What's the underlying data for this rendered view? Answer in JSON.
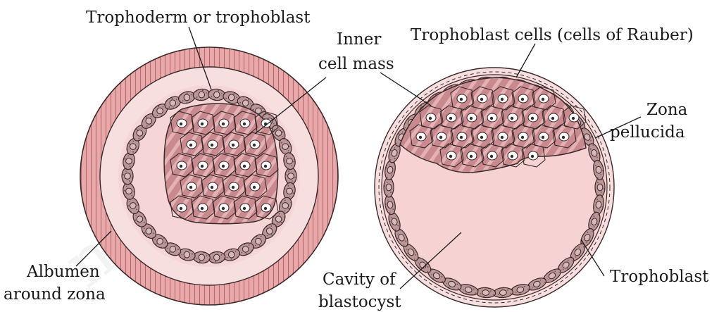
{
  "labels": {
    "trophoderm": "Trophoderm or trophoblast",
    "inner_cell_mass_1": "Inner",
    "inner_cell_mass_2": "cell mass",
    "rauber": "Trophoblast cells (cells of Rauber)",
    "zona_1": "Zona",
    "zona_2": "pellucida",
    "albumen_1": "Albumen",
    "albumen_2": "around zona",
    "cavity_1": "Cavity of",
    "cavity_2": "blastocyst",
    "trophoblast": "Trophoblast"
  },
  "watermark": "not to be",
  "colors": {
    "albumen": "#e9a9aa",
    "albumen_stripe": "#b86a6c",
    "zona": "#f7dedf",
    "cavity": "#f6d2d3",
    "cell_fill": "#b99393",
    "cell_dark": "#8a6566",
    "icm_fill": "#c7858a",
    "icm_stripe": "#e7b5b8",
    "outline": "#3a2a2a"
  }
}
